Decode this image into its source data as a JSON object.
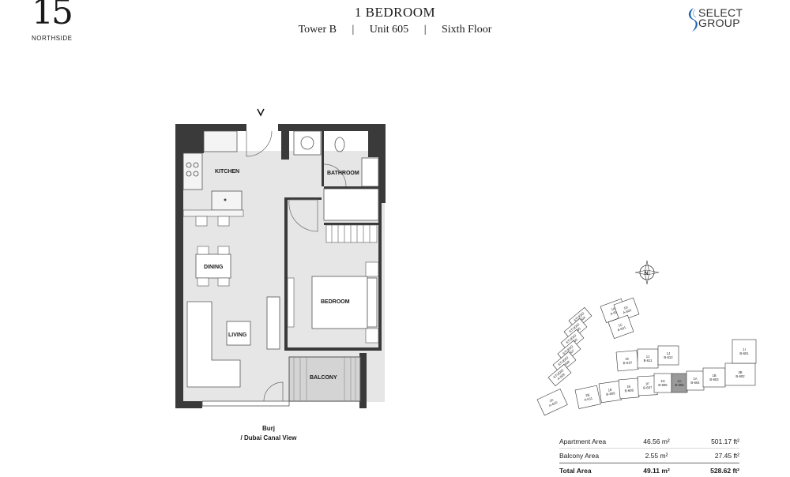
{
  "logo": {
    "number": "15",
    "name": "NORTHSIDE"
  },
  "header": {
    "title": "1 BEDROOM",
    "tower": "Tower B",
    "unit": "Unit 605",
    "floor": "Sixth Floor",
    "separator": "|"
  },
  "brand": {
    "line1": "SELECT",
    "line2": "GROUP",
    "accent": "#1f66b0"
  },
  "plan": {
    "rooms": {
      "kitchen": "KITCHEN",
      "bathroom": "BATHROOM",
      "dining": "DINING",
      "bedroom": "BEDROOM",
      "living": "LIVING",
      "balcony": "BALCONY"
    },
    "view_line1": "Burj",
    "view_line2": "/ Dubai Canal View",
    "compass": "N"
  },
  "keyplan": {
    "units": [
      {
        "code": "1A",
        "sub": "A-603"
      },
      {
        "code": "1D",
        "sub": "A-602"
      },
      {
        "code": "1C",
        "sub": "A-601"
      },
      {
        "code": "STUDIO",
        "sub": "A-604"
      },
      {
        "code": "STUDIO",
        "sub": "A-605"
      },
      {
        "code": "STUDIO",
        "sub": "A-606"
      },
      {
        "code": "STUDIO",
        "sub": "A-607"
      },
      {
        "code": "STUDIO",
        "sub": "A-608"
      },
      {
        "code": "STUDIO",
        "sub": "A-609"
      },
      {
        "code": "2A",
        "sub": "A-610"
      },
      {
        "code": "2B",
        "sub": "A-611"
      },
      {
        "code": "1E",
        "sub": "B-609"
      },
      {
        "code": "1E",
        "sub": "B-608"
      },
      {
        "code": "1F",
        "sub": "B-607"
      },
      {
        "code": "1G",
        "sub": "B-606"
      },
      {
        "code": "1A",
        "sub": "B-605"
      },
      {
        "code": "1A",
        "sub": "B-604"
      },
      {
        "code": "1B",
        "sub": "B-603"
      },
      {
        "code": "2B",
        "sub": "B-602"
      },
      {
        "code": "1I",
        "sub": "B-601"
      },
      {
        "code": "1K",
        "sub": "B-610"
      },
      {
        "code": "1J",
        "sub": "B-611"
      },
      {
        "code": "1J",
        "sub": "B-612"
      }
    ],
    "highlight": "B-605",
    "highlight_color": "#9a9a9a"
  },
  "areas": [
    {
      "label": "Apartment Area",
      "m2": "46.56 m²",
      "ft2": "501.17 ft²"
    },
    {
      "label": "Balcony Area",
      "m2": "2.55 m²",
      "ft2": "27.45 ft²"
    },
    {
      "label": "Total Area",
      "m2": "49.11 m²",
      "ft2": "528.62 ft²"
    }
  ]
}
